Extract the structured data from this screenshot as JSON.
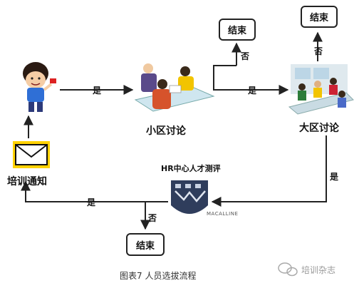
{
  "nodes": {
    "training_notice": "培训通知",
    "small_discussion": "小区讨论",
    "large_discussion": "大区讨论",
    "hr_center": "HR中心人才测评",
    "end_top_mid": "结束",
    "end_top_right": "结束",
    "end_bottom": "结束"
  },
  "edges": {
    "yes_1": "是",
    "yes_2": "是",
    "no_1": "否",
    "no_2": "否",
    "yes_3": "是",
    "yes_4": "是",
    "no_3": "否"
  },
  "logo_text": [
    "MACALLINE"
  ],
  "caption": "图表7    人员选拔流程",
  "watermark": "培训杂志",
  "colors": {
    "line": "#222222",
    "text": "#111111"
  }
}
